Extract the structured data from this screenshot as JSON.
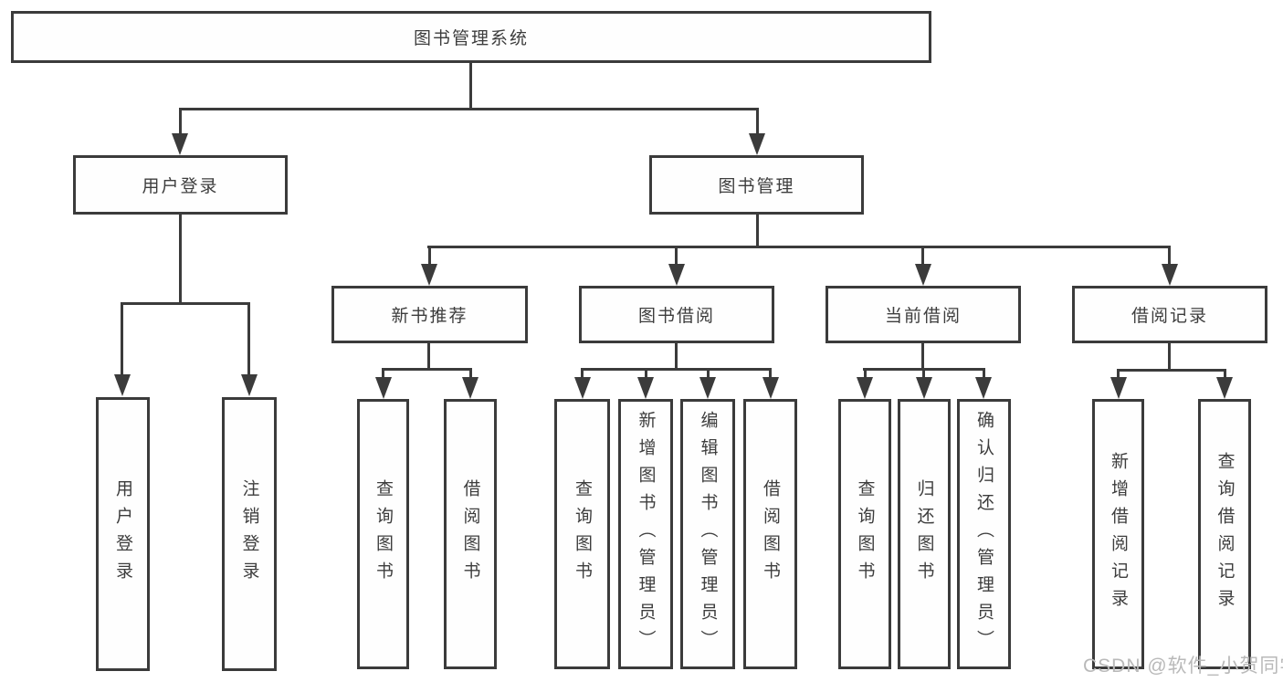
{
  "diagram": {
    "root": {
      "label": "图书管理系统"
    },
    "branches": [
      {
        "label": "用户登录",
        "leaves": [
          "用户登录",
          "注销登录"
        ]
      },
      {
        "label": "图书管理",
        "groups": [
          {
            "label": "新书推荐",
            "leaves": [
              "查询图书",
              "借阅图书"
            ]
          },
          {
            "label": "图书借阅",
            "leaves": [
              "查询图书",
              "新增图书（管理员）",
              "编辑图书（管理员）",
              "借阅图书"
            ]
          },
          {
            "label": "当前借阅",
            "leaves": [
              "查询图书",
              "归还图书",
              "确认归还（管理员）"
            ]
          },
          {
            "label": "借阅记录",
            "leaves": [
              "新增借阅记录",
              "查询借阅记录"
            ]
          }
        ]
      }
    ]
  },
  "watermark": {
    "text": "CSDN @软件_小贺同学"
  },
  "colors": {
    "line": "#3b3b3b",
    "text": "#3d3d3d",
    "box_bg": "#fefefe",
    "background": "#ffffff",
    "watermark_color": "#b9b9b9"
  }
}
